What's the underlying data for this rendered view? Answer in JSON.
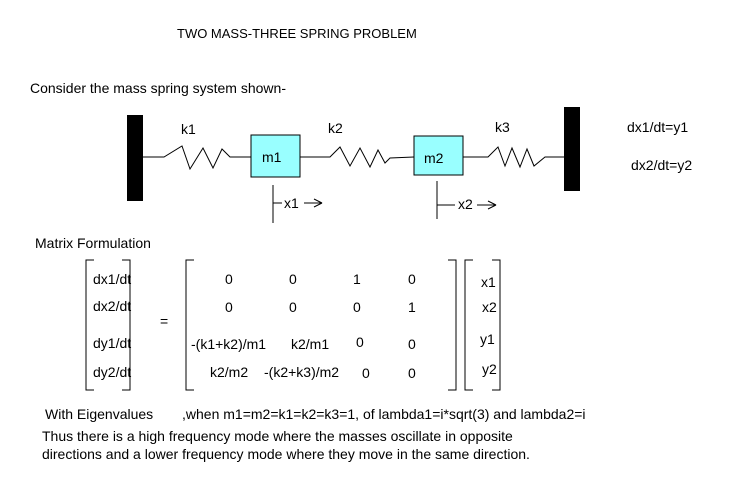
{
  "title": "TWO MASS-THREE SPRING PROBLEM",
  "intro": "Consider the mass spring system shown-",
  "diagram": {
    "springs": [
      "k1",
      "k2",
      "k3"
    ],
    "masses": [
      "m1",
      "m2"
    ],
    "displacements": [
      "x1",
      "x2"
    ],
    "mass_color": "#99FFFF"
  },
  "definitions": [
    "dx1/dt=y1",
    "dx2/dt=y2"
  ],
  "matrix_heading": "Matrix Formulation",
  "lhs": [
    "dx1/dt",
    "dx2/dt",
    "dy1/dt",
    "dy2/dt"
  ],
  "equals": "=",
  "matrix": [
    [
      "0",
      "0",
      "1",
      "0"
    ],
    [
      "0",
      "0",
      "0",
      "1"
    ],
    [
      "-(k1+k2)/m1",
      "k2/m1",
      "0",
      "0"
    ],
    [
      "k2/m2",
      "-(k2+k3)/m2",
      "0",
      "0"
    ]
  ],
  "rhs": [
    "x1",
    "x2",
    "y1",
    "y2"
  ],
  "conclusion": {
    "prefix": "With Eigenvalues",
    "eigen": ",when m1=m2=k1=k2=k3=1, of lambda1=i*sqrt(3) and lambda2=i",
    "line2": "Thus there is a high frequency mode where the masses oscillate in opposite",
    "line3": "directions and a lower frequency mode where they move in the same direction."
  }
}
